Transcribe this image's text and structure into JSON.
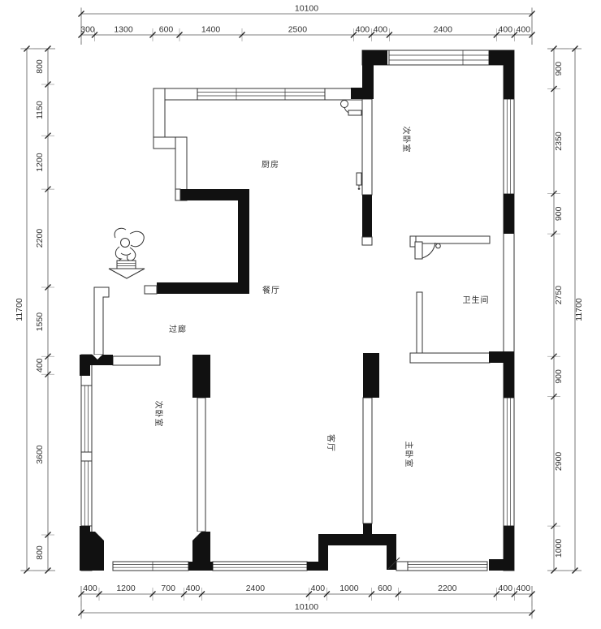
{
  "drawing": {
    "kind": "apartment floor plan"
  },
  "dims": {
    "top": {
      "total": "10100",
      "segments": [
        "300",
        "1300",
        "600",
        "1400",
        "2500",
        "400",
        "400",
        "2400",
        "400",
        "400"
      ]
    },
    "bottom": {
      "total": "10100",
      "segments": [
        "400",
        "1200",
        "700",
        "400",
        "2400",
        "400",
        "1000",
        "600",
        "2200",
        "400",
        "400"
      ]
    },
    "left": {
      "total": "11700",
      "segments": [
        "800",
        "1150",
        "1200",
        "2200",
        "1550",
        "400",
        "3600",
        "800"
      ]
    },
    "right": {
      "total": "11700",
      "segments": [
        "900",
        "2350",
        "900",
        "2750",
        "900",
        "2900",
        "1000"
      ]
    }
  },
  "rooms": {
    "kitchen": "厨房",
    "bedroom_top": "次卧室",
    "dining": "餐厅",
    "corridor": "过廊",
    "bathroom": "卫生间",
    "bedroom_left": "次卧室",
    "living": "客厅",
    "master": "主卧室"
  },
  "colors": {
    "ink": "#111111",
    "line": "#333333",
    "paper": "#ffffff"
  }
}
